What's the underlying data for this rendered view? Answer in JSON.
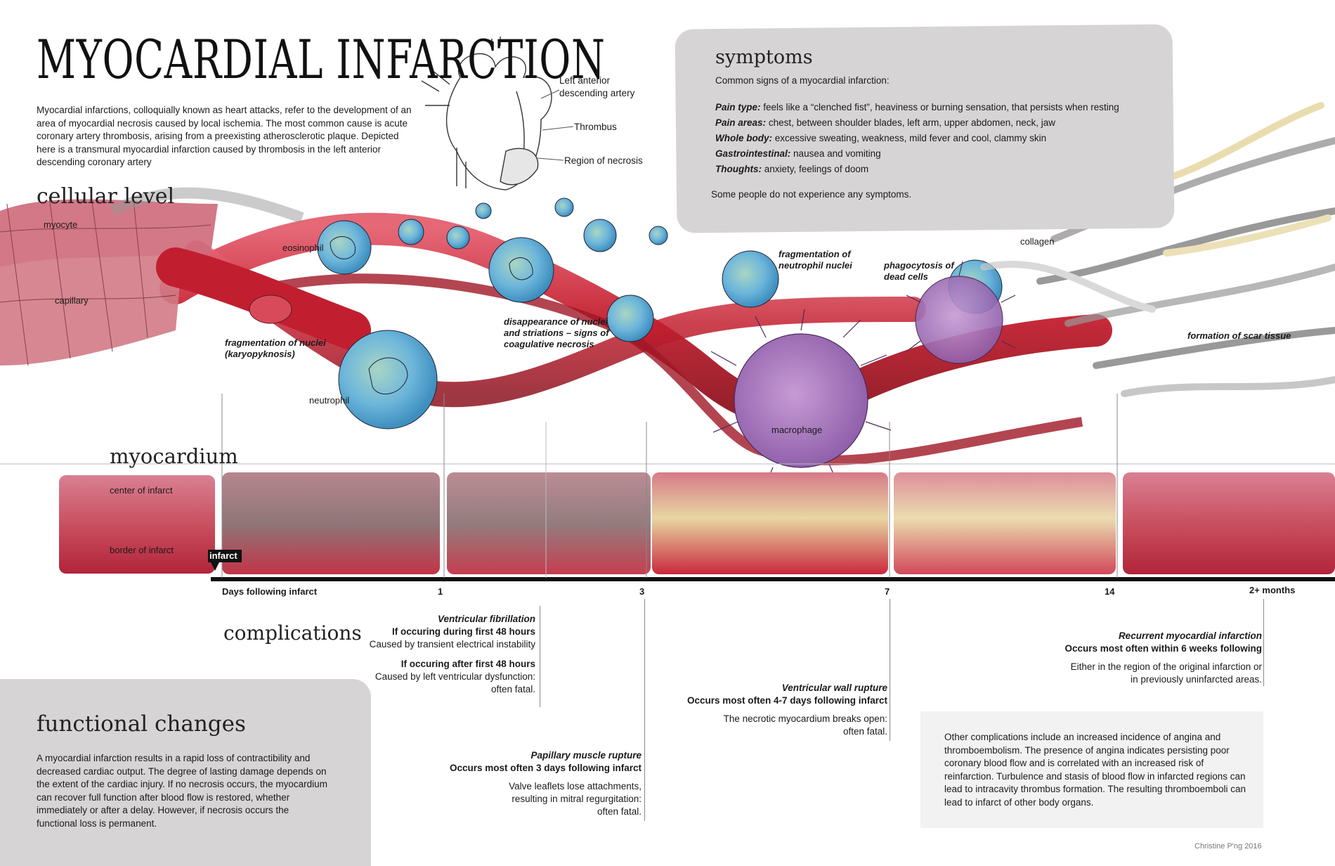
{
  "title": "MYOCARDIAL INFARCTION",
  "intro": "Myocardial infarctions, colloquially known as heart attacks, refer to the development of an area of myocardial necrosis caused by local ischemia. The most common cause is acute coronary artery thrombosis, arising from a preexisting atherosclerotic plaque. Depicted here is a transmural myocardial infarction caused by thrombosis in the left anterior descending coronary artery",
  "heart": {
    "label_artery": "Left anterior descending artery",
    "label_thrombus": "Thrombus",
    "label_necrosis": "Region of necrosis"
  },
  "symptoms": {
    "title": "symptoms",
    "intro": "Common signs of a myocardial infarction:",
    "items": [
      {
        "key": "Pain type:",
        "text": "feels like a “clenched fist”, heaviness or burning sensation, that persists when resting"
      },
      {
        "key": "Pain areas:",
        "text": "chest, between shoulder blades, left arm, upper abdomen, neck, jaw"
      },
      {
        "key": "Whole body:",
        "text": "excessive sweating, weakness, mild fever and cool, clammy skin"
      },
      {
        "key": "Gastrointestinal:",
        "text": "nausea and vomiting"
      },
      {
        "key": "Thoughts:",
        "text": "anxiety, feelings of doom"
      }
    ],
    "note": "Some people do not experience any symptoms."
  },
  "cellular": {
    "heading": "cellular level",
    "myocyte": "myocyte",
    "capillary": "capillary",
    "eosinophil": "eosinophil",
    "neutrophil": "neutrophil",
    "macrophage": "macrophage",
    "collagen": "collagen",
    "stage_karyo": "fragmentation of nuclei (karyopyknosis)",
    "stage_coag": "disappearance of nuclei and striations – signs of coagulative necrosis",
    "stage_neutro": "fragmentation of neutrophil nuclei",
    "stage_phago": "phagocytosis of dead cells",
    "stage_scar": "formation of scar tissue"
  },
  "myocardium": {
    "heading": "myocardium",
    "center": "center of infarct",
    "border": "border of infarct",
    "infarct_marker": "infarct"
  },
  "timeline": {
    "axis_label": "Days following infarct",
    "ticks": [
      "1",
      "3",
      "7",
      "14",
      "2+ months"
    ]
  },
  "complications": {
    "heading": "complications",
    "vfib": {
      "title": "Ventricular fibrillation",
      "l1_head": "If occuring during first 48 hours",
      "l1_text": "Caused by transient electrical instability",
      "l2_head": "If occuring after first 48 hours",
      "l2_text1": "Caused by left ventricular dysfunction:",
      "l2_text2": "often fatal."
    },
    "papillary": {
      "title": "Papillary muscle rupture",
      "head": "Occurs most often 3 days following infarct",
      "text1": "Valve leaflets lose attachments,",
      "text2": "resulting in mitral regurgitation:",
      "text3": "often fatal."
    },
    "wall": {
      "title": "Ventricular wall rupture",
      "head": "Occurs most often 4-7 days following infarct",
      "text1": "The necrotic myocardium breaks open:",
      "text2": "often fatal."
    },
    "recurrent": {
      "title": "Recurrent myocardial infarction",
      "head": "Occurs most often within 6 weeks following",
      "text1": "Either in the region of the original infarction or",
      "text2": "in previously uninfarcted areas."
    },
    "other": "Other complications include an increased incidence of angina and thromboembolism. The presence of angina indicates persisting poor coronary blood flow and is correlated with an increased risk of reinfarction. Turbulence and stasis of blood flow in infarcted regions can lead to intracavity thrombus formation. The resulting thromboemboli can lead to infarct of other body organs."
  },
  "functional": {
    "heading": "functional changes",
    "text": "A myocardial infarction results in a rapid loss of contractibility and decreased cardiac output. The degree of lasting damage depends on the extent of the cardiac injury. If no necrosis occurs, the myocardium can recover full function after blood flow is restored, whether immediately or after a delay. However, if necrosis occurs the functional loss is permanent."
  },
  "credit": "Christine P'ng 2016",
  "colors": {
    "blood": "#c8202e",
    "muscle": "#d6596a",
    "panel": "#d6d4d4",
    "macrophage": "#9b6fb6",
    "neutrophil": "#67b4d9"
  }
}
